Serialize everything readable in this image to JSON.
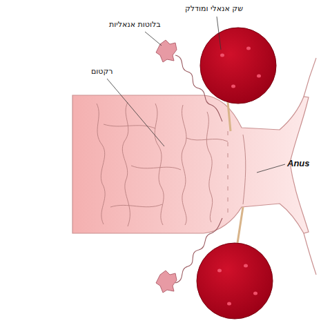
{
  "diagram": {
    "labels": [
      "שק אנאלי ומודלק",
      "בלוטות אנאליות",
      "רקטום",
      "Anus"
    ]
  }
}
